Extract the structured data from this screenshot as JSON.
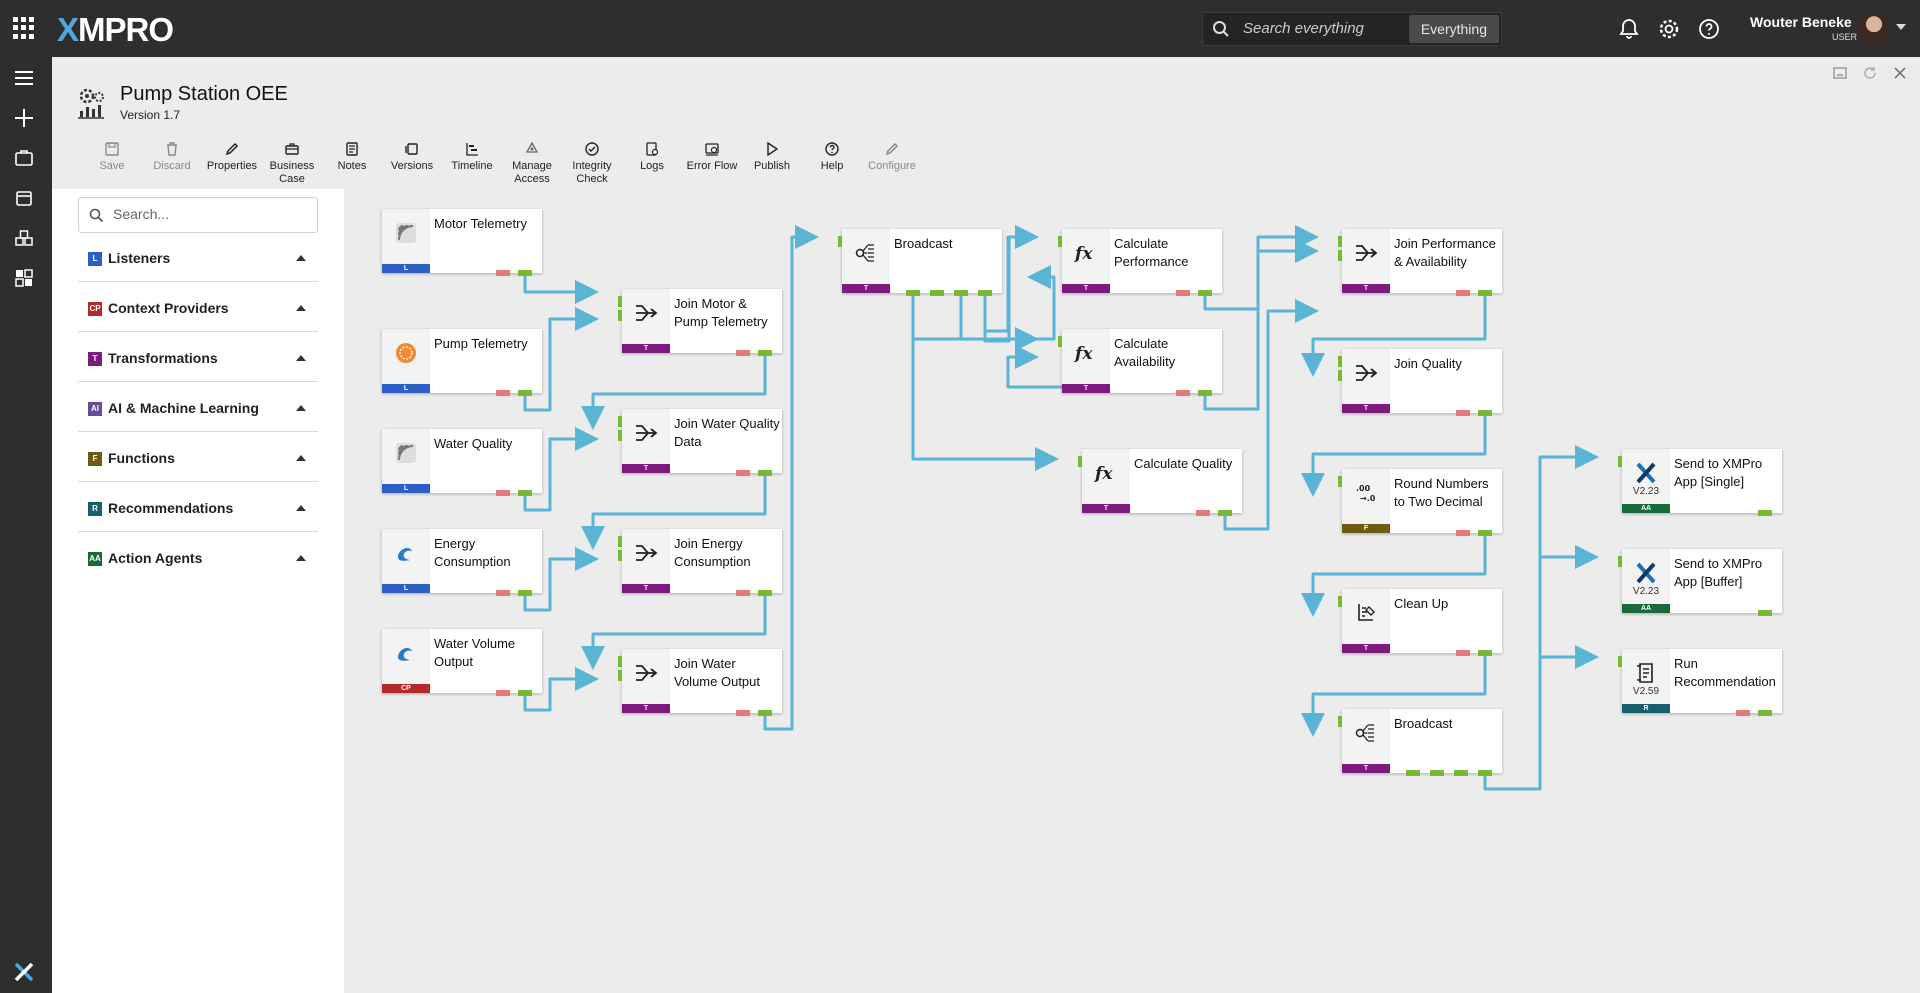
{
  "app": {
    "brand_x": "X",
    "brand_rest": "MPRO"
  },
  "search": {
    "placeholder": "Search everything",
    "scope": "Everything"
  },
  "user": {
    "name": "Wouter Beneke",
    "role": "USER"
  },
  "flow": {
    "title": "Pump Station OEE",
    "version": "Version 1.7"
  },
  "toolbar": [
    {
      "label": "Save",
      "icon": "save-icon",
      "enabled": false
    },
    {
      "label": "Discard",
      "icon": "trash-icon",
      "enabled": false
    },
    {
      "label": "Properties",
      "icon": "pencil-icon",
      "enabled": true
    },
    {
      "label": "Business Case",
      "icon": "briefcase-icon",
      "enabled": true
    },
    {
      "label": "Notes",
      "icon": "notes-icon",
      "enabled": true
    },
    {
      "label": "Versions",
      "icon": "versions-icon",
      "enabled": true
    },
    {
      "label": "Timeline",
      "icon": "timeline-icon",
      "enabled": true
    },
    {
      "label": "Manage Access",
      "icon": "access-icon",
      "enabled": true
    },
    {
      "label": "Integrity Check",
      "icon": "check-icon",
      "enabled": true
    },
    {
      "label": "Logs",
      "icon": "logs-icon",
      "enabled": true
    },
    {
      "label": "Error Flow",
      "icon": "error-flow-icon",
      "enabled": true
    },
    {
      "label": "Publish",
      "icon": "play-icon",
      "enabled": true
    },
    {
      "label": "Help",
      "icon": "help-icon",
      "enabled": true
    },
    {
      "label": "Configure",
      "icon": "pencil-icon",
      "enabled": false
    }
  ],
  "panel": {
    "search_placeholder": "Search...",
    "categories": [
      {
        "label": "Listeners",
        "badge": "L",
        "color": "#2b5fc7"
      },
      {
        "label": "Context Providers",
        "badge": "CP",
        "color": "#b22a2a"
      },
      {
        "label": "Transformations",
        "badge": "T",
        "color": "#7d1a7d"
      },
      {
        "label": "AI & Machine Learning",
        "badge": "AI",
        "color": "#6a4a9c"
      },
      {
        "label": "Functions",
        "badge": "F",
        "color": "#6e5a10"
      },
      {
        "label": "Recommendations",
        "badge": "R",
        "color": "#16606e"
      },
      {
        "label": "Action Agents",
        "badge": "AA",
        "color": "#176b3a"
      }
    ]
  },
  "colors": {
    "listener": "#2b5fc7",
    "context_provider": "#b22a2a",
    "transformation": "#7d1a7d",
    "function": "#6e5a10",
    "recommendation": "#16606e",
    "action_agent": "#176b3a",
    "port_ok": "#78b832",
    "port_err": "#e4797a",
    "wire": "#5ab4d6"
  },
  "nodes": {
    "motor": {
      "label": "Motor Telemetry",
      "type": "L"
    },
    "pump": {
      "label": "Pump Telemetry",
      "type": "L"
    },
    "water_quality": {
      "label": "Water Quality",
      "type": "L"
    },
    "energy": {
      "label": "Energy Consumption",
      "type": "L"
    },
    "water_volume": {
      "label": "Water Volume Output",
      "type": "CP"
    },
    "join_motor_pump": {
      "label": "Join Motor & Pump Telemetry",
      "type": "T"
    },
    "join_water_quality": {
      "label": "Join Water Quality Data",
      "type": "T"
    },
    "join_energy": {
      "label": "Join Energy Consumption",
      "type": "T"
    },
    "join_water_volume": {
      "label": "Join Water Volume Output",
      "type": "T"
    },
    "broadcast1": {
      "label": "Broadcast",
      "type": "T"
    },
    "calc_perf": {
      "label": "Calculate Performance",
      "type": "T"
    },
    "calc_avail": {
      "label": "Calculate Availability",
      "type": "T"
    },
    "calc_quality": {
      "label": "Calculate Quality",
      "type": "T"
    },
    "join_perf_avail": {
      "label": "Join Performance & Availability",
      "type": "T"
    },
    "join_quality": {
      "label": "Join Quality",
      "type": "T"
    },
    "round": {
      "label": "Round Numbers to Two Decimal",
      "type": "F"
    },
    "cleanup": {
      "label": "Clean Up",
      "type": "T"
    },
    "broadcast2": {
      "label": "Broadcast",
      "type": "T"
    },
    "send_single": {
      "label": "Send to XMPro App [Single]",
      "type": "AA",
      "version": "V2.23"
    },
    "send_buffer": {
      "label": "Send to XMPro App [Buffer]",
      "type": "AA",
      "version": "V2.23"
    },
    "run_rec": {
      "label": "Run Recommendation",
      "type": "R",
      "version": "V2.59"
    }
  }
}
